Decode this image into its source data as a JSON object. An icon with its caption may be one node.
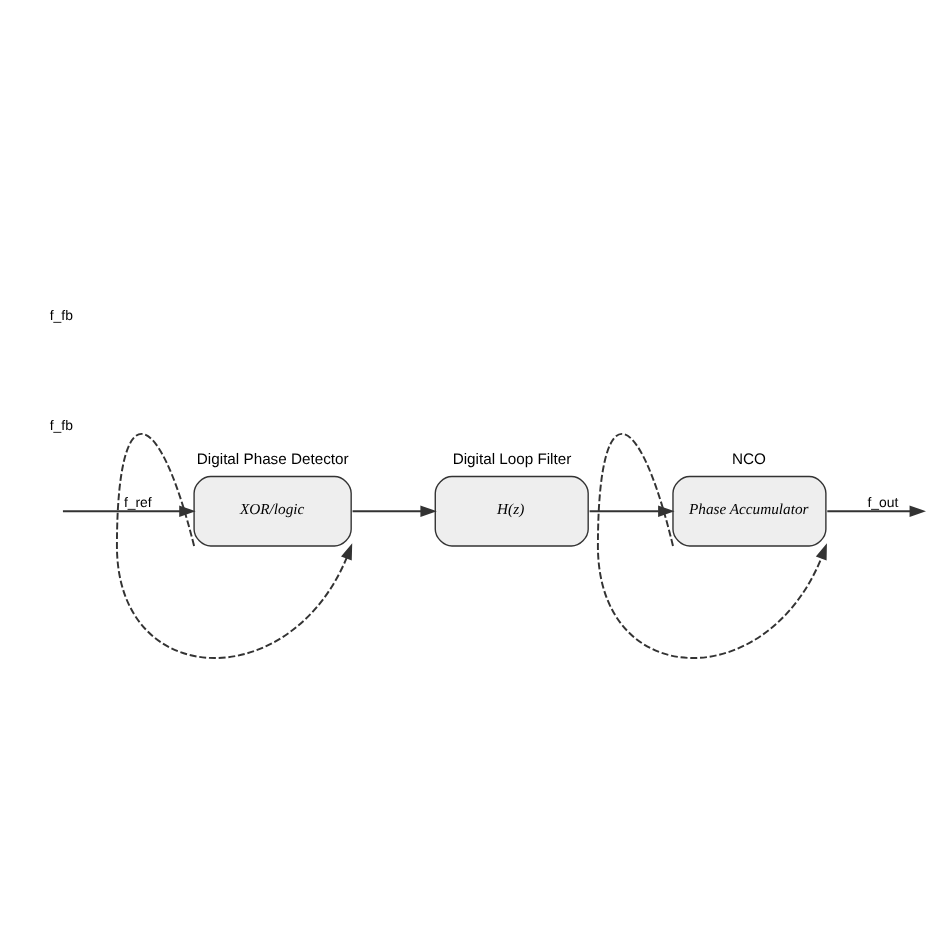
{
  "diagram": {
    "nodes": [
      {
        "text": [
          "Digital Phase Detector",
          "XOR/logic"
        ]
      },
      {
        "text": [
          "Digital Loop Filter",
          "H(z)"
        ]
      },
      {
        "text": [
          "NCO",
          "Phase Accumulator"
        ]
      }
    ],
    "edges": [
      {
        "from": null,
        "to": 0,
        "arrow": "to",
        "label": "f_ref"
      },
      {
        "from": 0,
        "to": 1,
        "arrow": "to"
      },
      {
        "from": 1,
        "to": 2,
        "arrow": "to"
      },
      {
        "from": 2,
        "to": null,
        "arrow": "to",
        "label": "f_out"
      },
      {
        "from": 0,
        "to": 0,
        "arrow": "to",
        "style": "dashed"
      },
      {
        "from": 2,
        "to": 2,
        "arrow": "to",
        "style": "dashed"
      }
    ],
    "labels": [
      "f_fb",
      "f_fb"
    ]
  }
}
